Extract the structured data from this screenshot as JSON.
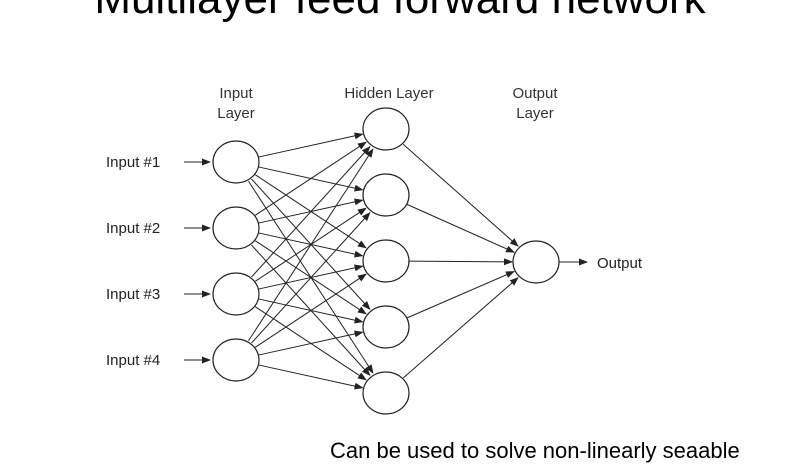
{
  "slide": {
    "title": "Multilayer feed forward network",
    "footer": "Can be used to solve non-linearly seaable"
  },
  "diagram": {
    "layer_headers": {
      "input": [
        "Input",
        "Layer"
      ],
      "hidden": [
        "Hidden Layer"
      ],
      "output": [
        "Output",
        "Layer"
      ]
    },
    "inputs": [
      "Input #1",
      "Input #2",
      "Input #3",
      "Input #4"
    ],
    "output_label": "Output",
    "hidden_node_count": 5,
    "colors": {
      "line": "#222222",
      "node_stroke": "#222222",
      "node_fill": "#ffffff"
    }
  }
}
